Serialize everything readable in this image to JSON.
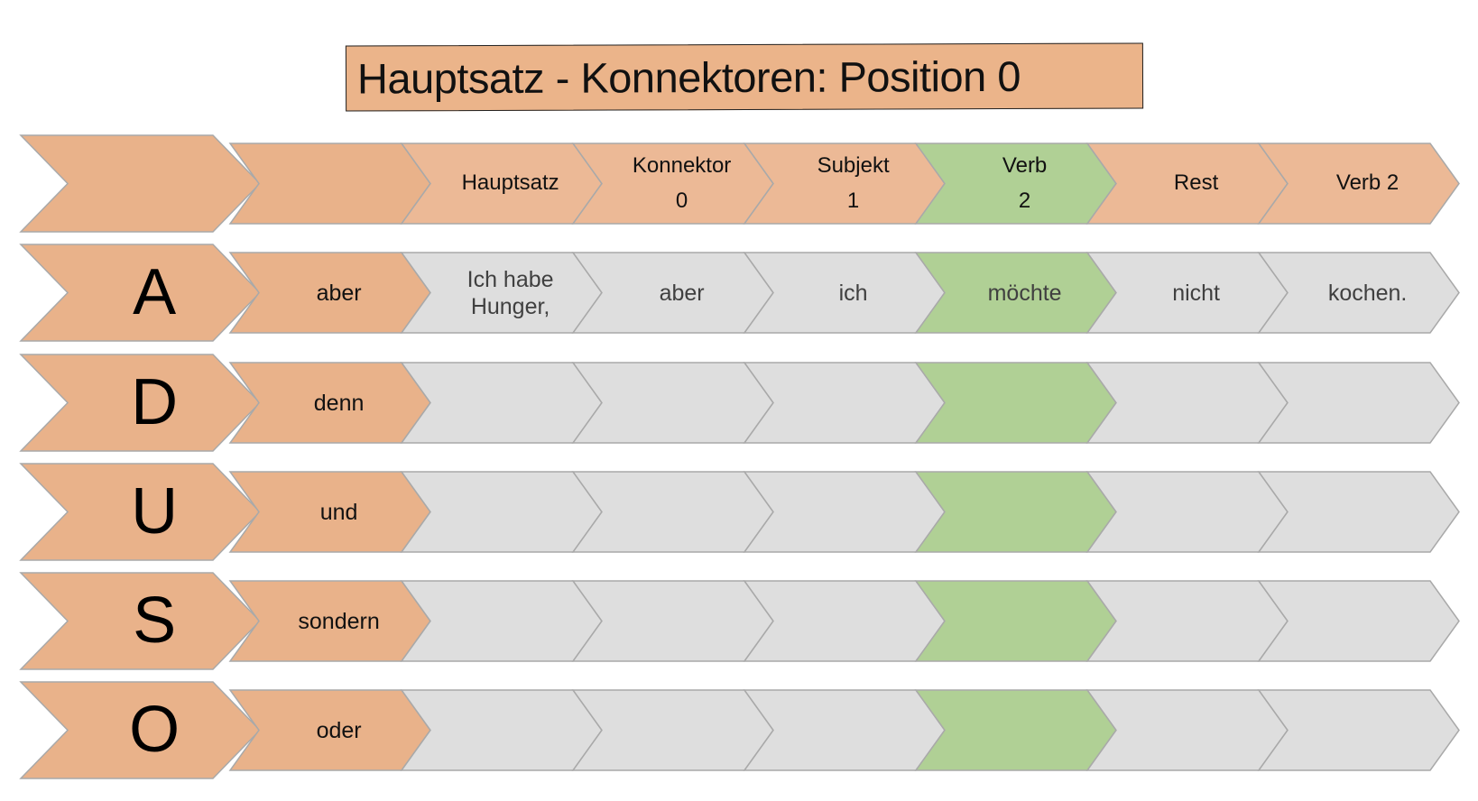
{
  "title": "Hauptsatz - Konnektoren: Position 0",
  "colors": {
    "orange": "#E9B28A",
    "header": "#ECB996",
    "grey": "#DEDEDE",
    "green": "#B0D095",
    "stroke": "#A9A9A9"
  },
  "header": {
    "letter": "",
    "cells": [
      {
        "label": "",
        "sub": "",
        "color": "orange"
      },
      {
        "label": "Hauptsatz",
        "sub": "",
        "color": "header"
      },
      {
        "label": "Konnektor",
        "sub": "0",
        "color": "header"
      },
      {
        "label": "Subjekt",
        "sub": "1",
        "color": "header"
      },
      {
        "label": "Verb",
        "sub": "2",
        "color": "green"
      },
      {
        "label": "Rest",
        "sub": "",
        "color": "header"
      },
      {
        "label": "Verb 2",
        "sub": "",
        "color": "header"
      }
    ]
  },
  "rows": [
    {
      "letter": "A",
      "connector": "aber",
      "cells": [
        "Ich habe\nHunger,",
        "aber",
        "ich",
        "möchte",
        "nicht",
        "kochen."
      ]
    },
    {
      "letter": "D",
      "connector": "denn",
      "cells": [
        "",
        "",
        "",
        "",
        "",
        ""
      ]
    },
    {
      "letter": "U",
      "connector": "und",
      "cells": [
        "",
        "",
        "",
        "",
        "",
        ""
      ]
    },
    {
      "letter": "S",
      "connector": "sondern",
      "cells": [
        "",
        "",
        "",
        "",
        "",
        ""
      ]
    },
    {
      "letter": "O",
      "connector": "oder",
      "cells": [
        "",
        "",
        "",
        "",
        "",
        ""
      ]
    }
  ]
}
